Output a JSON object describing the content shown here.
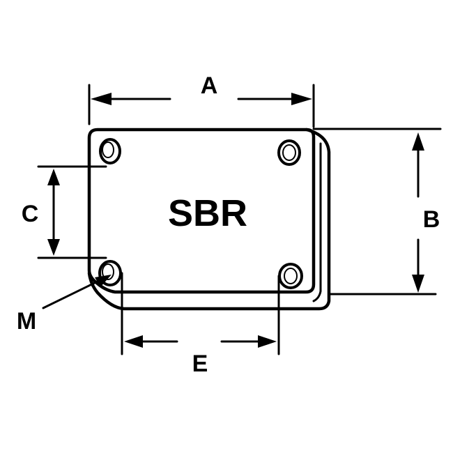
{
  "plate": {
    "label": "SBR"
  },
  "dimensions": {
    "a": "A",
    "b": "B",
    "c": "C",
    "e": "E",
    "m": "M"
  },
  "colors": {
    "ink": "#000000",
    "background": "#ffffff"
  }
}
